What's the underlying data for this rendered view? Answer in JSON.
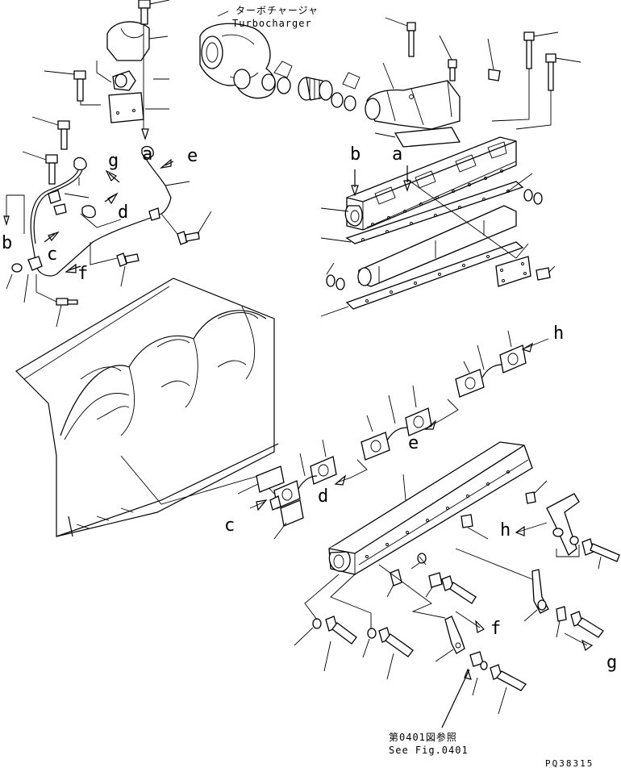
{
  "notes": {
    "turbo_jp": "ターボチャージャ",
    "turbo_en": "Turbocharger",
    "see_jp": "第0401図参照",
    "see_en": "See Fig.0401"
  },
  "figure_code": "PQ38315",
  "letters": {
    "a": "a",
    "b": "b",
    "c": "c",
    "d": "d",
    "e": "e",
    "f": "f",
    "g": "g",
    "h": "h"
  }
}
